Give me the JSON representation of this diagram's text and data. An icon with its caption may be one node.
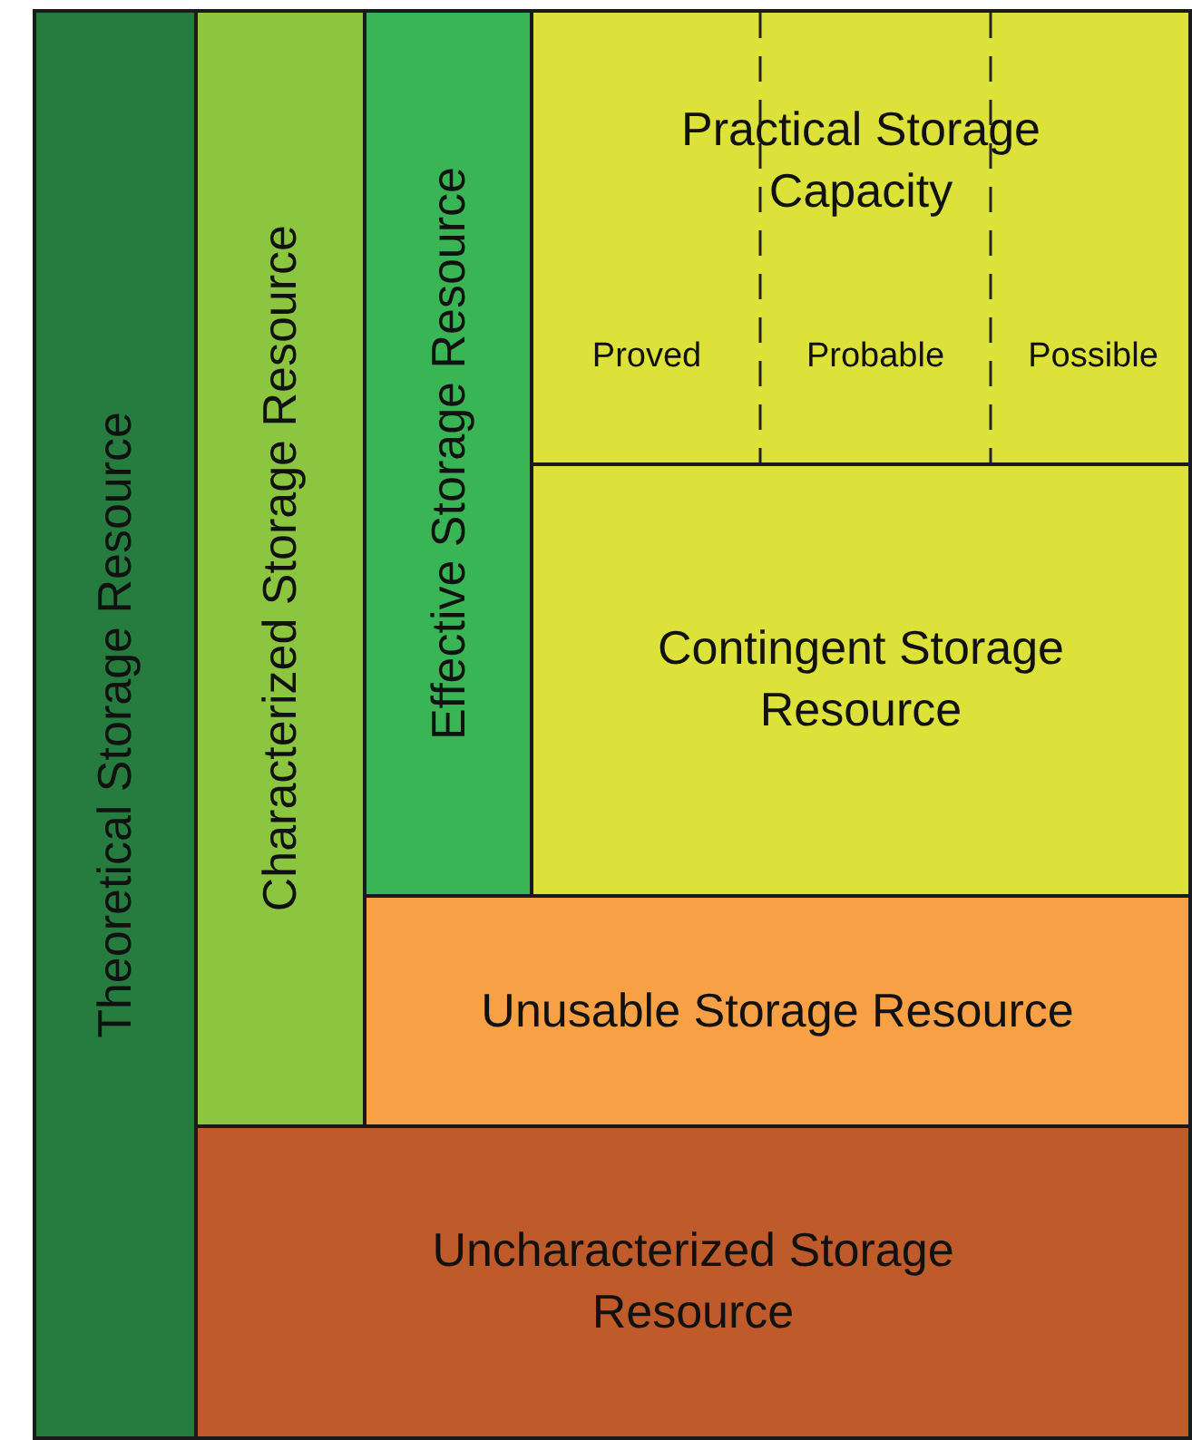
{
  "diagram": {
    "nodes": [
      {
        "text": [
          "Theoretical Storage Resource"
        ]
      },
      {
        "text": [
          "Characterized Storage Resource"
        ]
      },
      {
        "text": [
          "Effective Storage Resource"
        ]
      },
      {
        "text": [
          "Practical Storage Capacity"
        ]
      },
      {
        "text": [
          "Proved"
        ],
        "in": 3
      },
      {
        "text": [
          "Probable"
        ],
        "in": 3
      },
      {
        "text": [
          "Possible"
        ],
        "in": 3
      },
      {
        "text": [
          "Contingent Storage Resource"
        ]
      },
      {
        "text": [
          "Unusable Storage Resource"
        ]
      },
      {
        "text": [
          "Uncharacterized Storage Resource"
        ]
      }
    ],
    "edges": []
  }
}
